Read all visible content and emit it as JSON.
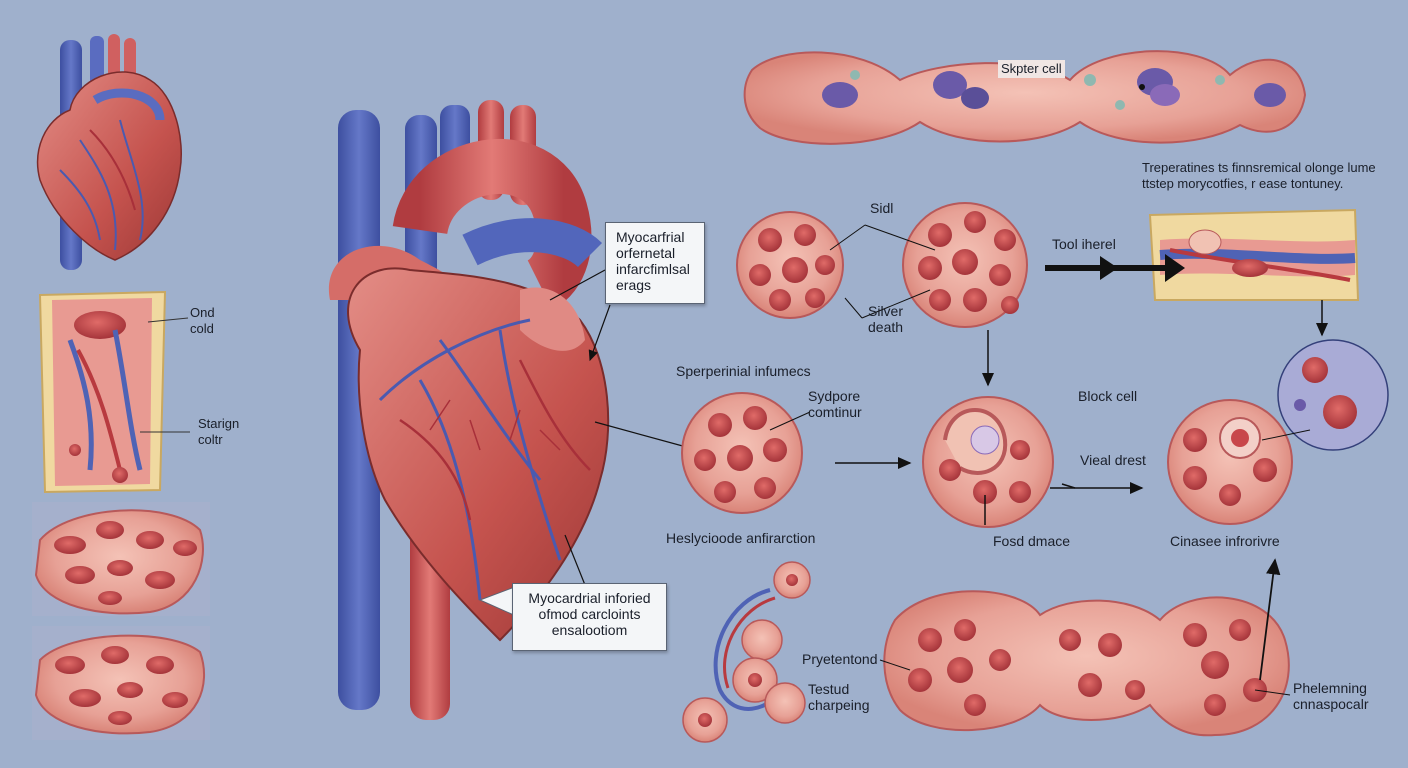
{
  "colors": {
    "background": "#9fb0cc",
    "tissue_pink": "#e9a69c",
    "cell_red": "#c8474b",
    "vein_blue": "#4f63b5",
    "artery_red": "#c4474b",
    "nucleus_purple": "#6a5aa8"
  },
  "callouts": {
    "myocardial_top": [
      "Myocarfrial",
      "orfernetal",
      "infarcfimlsal",
      "erags"
    ],
    "myocardial_bottom": [
      "Myocardrial inforied",
      "ofmod carcloints",
      "ensalootiom"
    ]
  },
  "labels": {
    "ond_cold": [
      "Ond",
      "cold"
    ],
    "starign_coltr": [
      "Starign",
      "coltr"
    ],
    "skpter_cell": "Skpter cell",
    "description": [
      "Treperatines ts finnsremical olonge lume",
      "ttstep morycotfies, r ease tontuney."
    ],
    "sidl": "Sidl",
    "silver_death": [
      "Silver",
      "death"
    ],
    "tool_iherel": "Tool iherel",
    "sperperinial_infumecs": "Sperperinial infumecs",
    "sydpore_comtinur": [
      "Sydpore",
      "comtinur"
    ],
    "block_cell": "Block cell",
    "vieal_drest": "Vieal drest",
    "heslycioode": "Heslycioode anfirarction",
    "fosd_dmace": "Fosd dmace",
    "cinasee_infrorivre": "Cinasee infrorivre",
    "pryetentond": "Pryetentond",
    "testud_charpeing": [
      "Testud",
      "charpeing"
    ],
    "phelemning": [
      "Phelemning",
      "cnnaspocalr"
    ]
  }
}
